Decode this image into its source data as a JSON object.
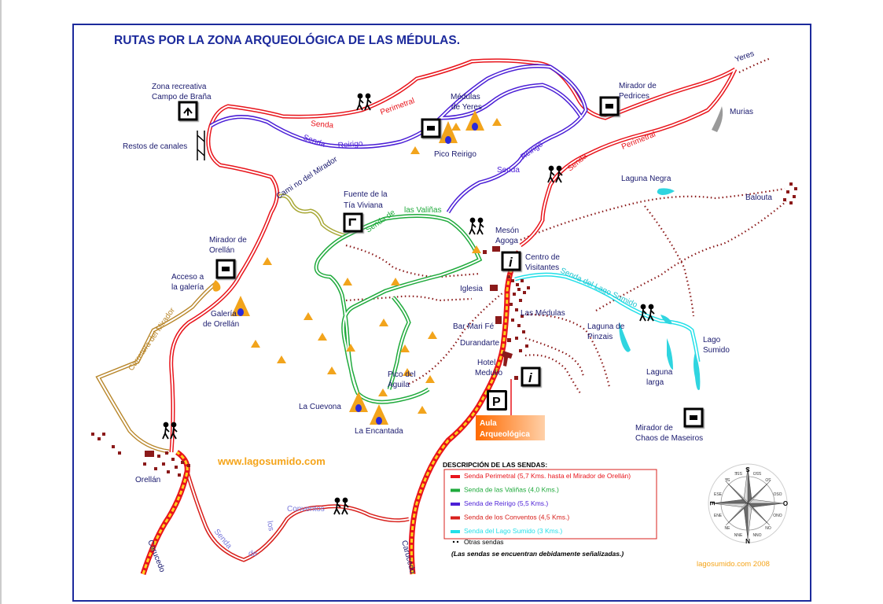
{
  "title": "RUTAS POR LA ZONA ARQUEOLÓGICA DE LAS MÉDULAS.",
  "website": "www.lagosumido.com",
  "credit": "lagosumido.com 2008",
  "colors": {
    "perimetral": "#e8141b",
    "valinas": "#1faa3c",
    "reirigo": "#4b1fd6",
    "conventos": "#d8201c",
    "lago": "#22dfe8",
    "carretera": "#b8862a",
    "mirador_trail": "#a8a836",
    "road": "#e8141b",
    "road_fill": "#ffd21e",
    "village": "#8b1a1a",
    "peak": "#f2a41c",
    "water": "#2fd5e0",
    "title": "#1c2a9c",
    "label": "#1a1a6e",
    "website": "#f5a419",
    "aula_bg": "#ff7f22"
  },
  "places": {
    "zona_recreativa_1": "Zona recreativa",
    "zona_recreativa_2": "Campo de Braña",
    "restos": "Restos de canales",
    "medulas_yeres_1": "Médulas",
    "medulas_yeres_2": "de Yeres",
    "pico_reirigo": "Pico Reirigo",
    "mirador_pedrices_1": "Mirador de",
    "mirador_pedrices_2": "Pedrices",
    "yeres": "Yeres",
    "murias": "Murias",
    "laguna_negra": "Laguna   Negra",
    "balouta": "Balouta",
    "fuente_1": "Fuente de la",
    "fuente_2": "Tía Viviana",
    "meson_1": "Mesón",
    "meson_2": "Agoga",
    "centro_1": "Centro de",
    "centro_2": "Visitantes",
    "mirador_orellan_1": "Mirador de",
    "mirador_orellan_2": "Orellán",
    "acceso_1": "Acceso a",
    "acceso_2": "la galería",
    "galeria_1": "Galería",
    "galeria_2": "de Orellán",
    "iglesia": "Iglesia",
    "las_medulas": "Las Médulas",
    "bar": "Bar Mari Fé",
    "durandarte": "Durandarte",
    "hotel_1": "Hotel",
    "hotel_2": "Medulio",
    "pico_aguila_1": "Pico del",
    "pico_aguila_2": "Águila",
    "la_cuevona": "La Cuevona",
    "la_encantada": "La Encantada",
    "laguna_pinzais_1": "Laguna de",
    "laguna_pinzais_2": "Pinzais",
    "lago_sumido_1": "Lago",
    "lago_sumido_2": "Sumido",
    "laguna_larga_1": "Laguna",
    "laguna_larga_2": "larga",
    "mirador_chaos_1": "Mirador de",
    "mirador_chaos_2": "Chaos de Maseiros",
    "orellan": "Orellán",
    "carucedo": "Carucedo",
    "aula_1": "Aula",
    "aula_2": "Arqueológica"
  },
  "route_labels": {
    "senda_perimetral_senda": "Senda",
    "senda_perimetral_name": "Perimetral",
    "senda_reirigo_senda": "Senda",
    "senda_reirigo_name": "Reirigo",
    "senda_reirigo2_senda": "Senda",
    "senda_reirigo2_name": "Reirigo",
    "senda_perimetral2_senda": "Senda",
    "senda_perimetral2_name": "Perimetral",
    "camino_mirador": "Cami no  del  Mirador",
    "senda_valinas_1": "Senda   de",
    "senda_valinas_2": "las Valiñas",
    "carretera_mirador": "Carretera   del   Mirador",
    "senda_lago": "Senda del Lago Sumido",
    "conventos_1": "Conventos",
    "conventos_los": "los",
    "conventos_senda": "Senda",
    "conventos_de": "de"
  },
  "legend": {
    "title": "DESCRIPCIÓN DE LAS SENDAS:",
    "items": [
      {
        "label": "Senda Perimetral  (5,7 Kms. hasta el Mirador de Orellán)",
        "color": "#e8141b"
      },
      {
        "label": "Senda de las Valiñas  (4,0 Kms.)",
        "color": "#1faa3c"
      },
      {
        "label": "Senda de Reirigo  (5,5 Kms.)",
        "color": "#4b1fd6"
      },
      {
        "label": "Senda de los Conventos  (4,5 Kms.)",
        "color": "#d8201c"
      },
      {
        "label": "Senda del Lago Sumido  (3 Kms.)",
        "color": "#22dfe8"
      }
    ],
    "other": "Otras sendas",
    "note": "(Las sendas se encuentran debidamente señalizadas.)"
  },
  "compass": {
    "n": "N",
    "s": "S",
    "e": "E",
    "o": "O",
    "ne": "NE",
    "no": "NO",
    "se": "SE",
    "so": "SO",
    "nne": "NNE",
    "nno": "NNO",
    "sse": "SSE",
    "sso": "SSO",
    "ene": "ENE",
    "ese": "ESE",
    "ono": "ONO",
    "oso": "OSO"
  }
}
